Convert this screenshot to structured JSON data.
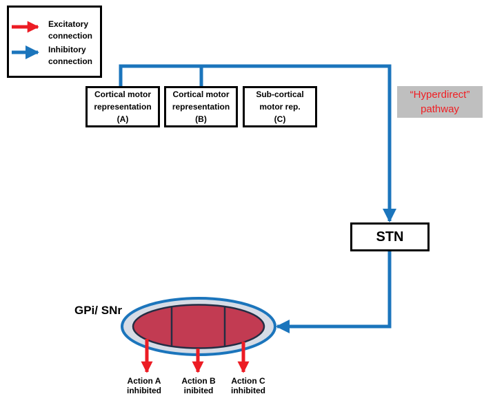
{
  "legend": {
    "excitatory": {
      "line1": "Excitatory",
      "line2": "connection"
    },
    "inhibitory": {
      "line1": "Inhibitory",
      "line2": "connection"
    }
  },
  "input_boxes": [
    {
      "line1": "Cortical motor",
      "line2": "representation",
      "line3": "(A)"
    },
    {
      "line1": "Cortical motor",
      "line2": "representation",
      "line3": "(B)"
    },
    {
      "line1": "Sub-cortical",
      "line2": "motor rep.",
      "line3": "(C)"
    }
  ],
  "pathway_label": {
    "line1": "“Hyperdirect”",
    "line2": "pathway"
  },
  "stn": {
    "label": "STN"
  },
  "gpi_snr": {
    "label": "GPi/ SNr"
  },
  "actions": [
    {
      "line1": "Action A",
      "line2": "inhibited"
    },
    {
      "line1": "Action B",
      "line2": "inibited"
    },
    {
      "line1": "Action C",
      "line2": "inhibited"
    }
  ],
  "colors": {
    "excitatory_red": "#EC1C24",
    "inhibitory_blue": "#1B75BC",
    "ellipse_fill": "#C23B52",
    "ellipse_outline": "#232E44",
    "ellipse_ring_fill": "#D6DCE6",
    "pathway_box_bg": "#BFBFBF",
    "pathway_text_red": "#F01E23"
  }
}
